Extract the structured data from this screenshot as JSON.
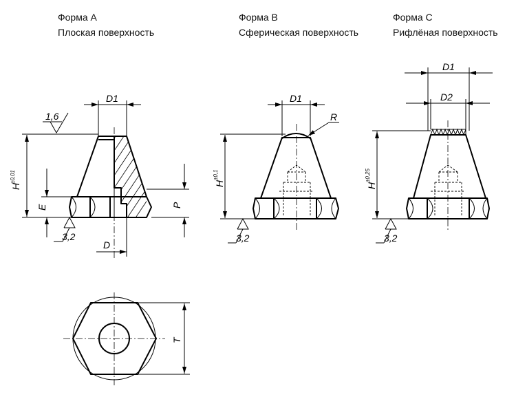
{
  "forms": [
    {
      "title": "Форма A",
      "subtitle": "Плоская поверхность"
    },
    {
      "title": "Форма B",
      "subtitle": "Сферическая поверхность"
    },
    {
      "title": "Форма C",
      "subtitle": "Рифлёная поверхность"
    }
  ],
  "labels": {
    "d1": "D1",
    "d2": "D2",
    "d": "D",
    "e": "E",
    "p": "P",
    "r": "R",
    "t": "T",
    "h": "H",
    "roughness_top": "1,6",
    "roughness_bottom": "3,2"
  },
  "tolerances": {
    "a": "±0,01",
    "b": "±0,1",
    "c": "±0,25"
  }
}
